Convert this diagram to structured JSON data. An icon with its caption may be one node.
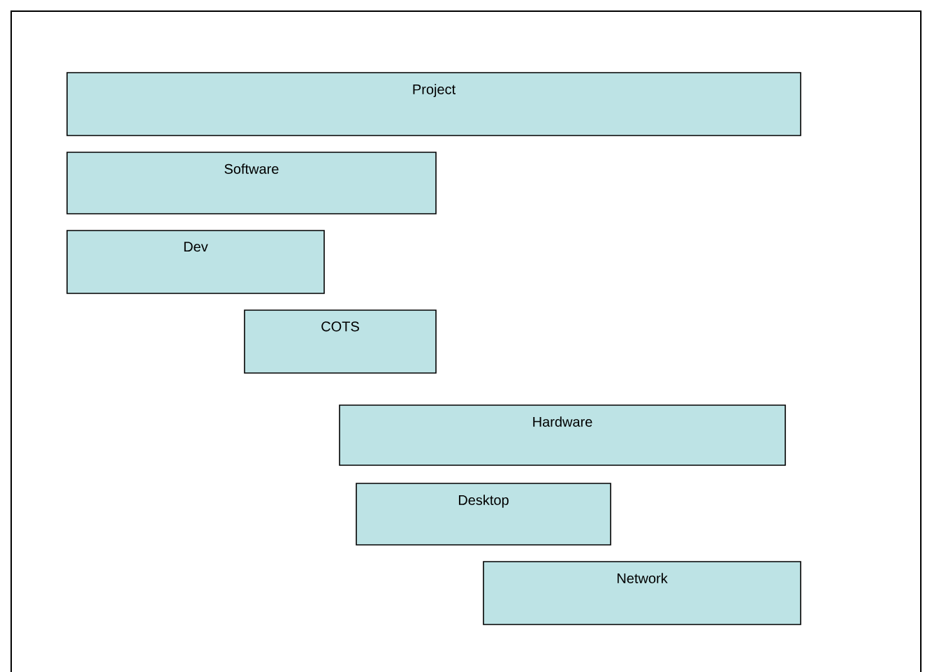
{
  "diagram": {
    "nodes": [
      {
        "text": [
          "Project"
        ]
      },
      {
        "text": [
          "Software"
        ]
      },
      {
        "text": [
          "Dev"
        ]
      },
      {
        "text": [
          "COTS"
        ]
      },
      {
        "text": [
          "Hardware"
        ]
      },
      {
        "text": [
          "Desktop"
        ]
      },
      {
        "text": [
          "Network"
        ]
      }
    ]
  }
}
